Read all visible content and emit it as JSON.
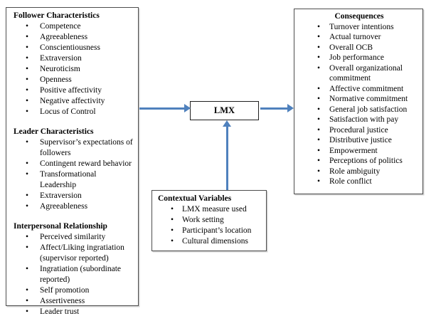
{
  "colors": {
    "arrow": "#4f81bd",
    "box-border": "#4d4d4d",
    "lmx-border": "#1f1f1f"
  },
  "antecedents": {
    "sections": [
      {
        "title": "Follower Characteristics",
        "items": [
          "Competence",
          "Agreeableness",
          "Conscientiousness",
          "Extraversion",
          "Neuroticism",
          "Openness",
          "Positive affectivity",
          "Negative affectivity",
          "Locus of Control"
        ]
      },
      {
        "title": "Leader Characteristics",
        "items": [
          "Supervisor’s expectations of followers",
          "Contingent reward behavior",
          "Transformational Leadership",
          "Extraversion",
          "Agreeableness"
        ]
      },
      {
        "title": "Interpersonal Relationship",
        "items": [
          "Perceived similarity",
          "Affect/Liking ingratiation (supervisor reported)",
          "Ingratiation (subordinate reported)",
          "Self promotion",
          "Assertiveness",
          "Leader trust"
        ]
      }
    ]
  },
  "lmx": {
    "label": "LMX"
  },
  "consequences": {
    "title": "Consequences",
    "items": [
      "Turnover intentions",
      "Actual turnover",
      "Overall OCB",
      "Job performance",
      "Overall organizational commitment",
      "Affective commitment",
      "Normative commitment",
      "General job satisfaction",
      "Satisfaction with pay",
      "Procedural justice",
      "Distributive justice",
      "Empowerment",
      "Perceptions of politics",
      "Role ambiguity",
      "Role conflict"
    ]
  },
  "contextual": {
    "title": "Contextual Variables",
    "items": [
      "LMX measure used",
      "Work setting",
      "Participant’s location",
      "Cultural dimensions"
    ]
  }
}
